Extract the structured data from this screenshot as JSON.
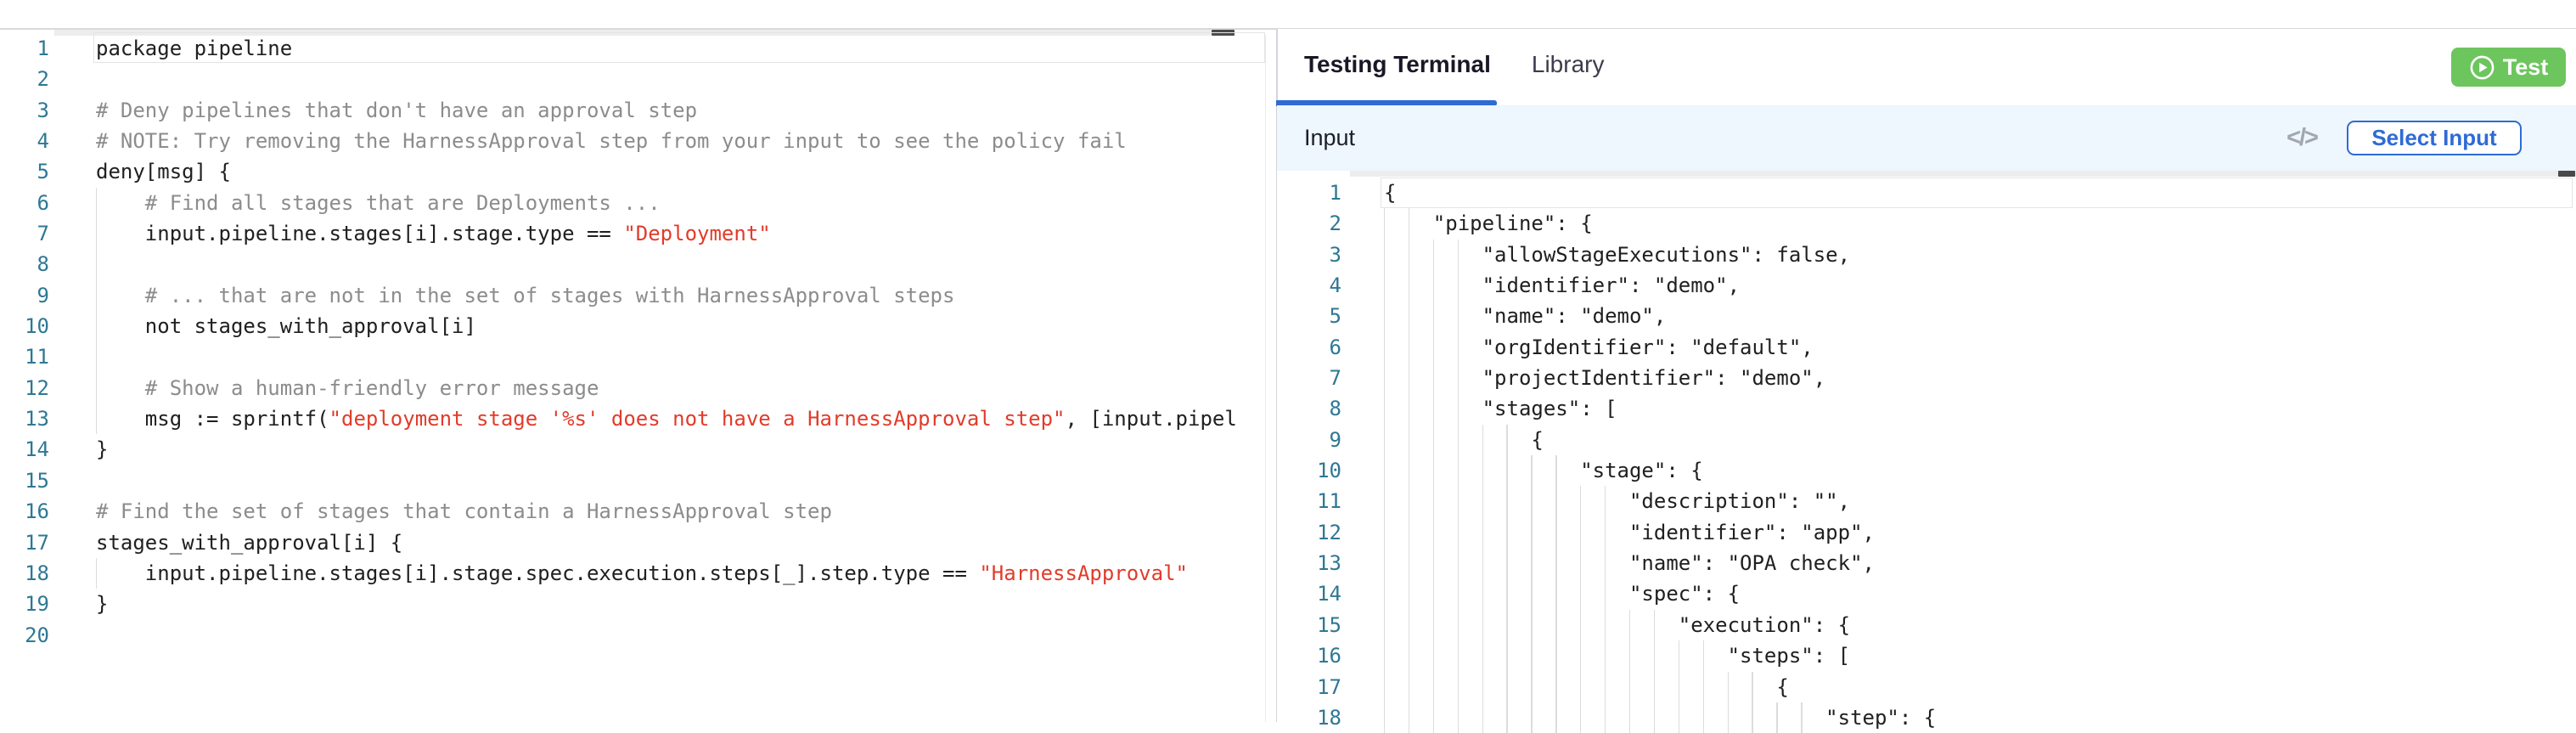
{
  "colors": {
    "blue": "#2e6bd5",
    "green": "#6dc55e",
    "red": "#e23b2a",
    "comment": "#8c8c8c",
    "code": "#202020",
    "lineno": "#2e7894",
    "inputbg": "#edf7fd",
    "track": "#ededed",
    "thumb": "#4a4a4a",
    "guide": "#dcdcdc",
    "border": "#d9d9de",
    "curline": "#e4e4e4"
  },
  "left_editor": {
    "language": "rego",
    "lines": [
      {
        "n": 1,
        "current": true,
        "guides": 0,
        "segs": [
          [
            "k",
            "package pipeline"
          ]
        ]
      },
      {
        "n": 2,
        "guides": 0,
        "segs": []
      },
      {
        "n": 3,
        "guides": 0,
        "segs": [
          [
            "c",
            "# Deny pipelines that don't have an approval step"
          ]
        ]
      },
      {
        "n": 4,
        "guides": 0,
        "segs": [
          [
            "c",
            "# NOTE: Try removing the HarnessApproval step from your input to see the policy fail"
          ]
        ]
      },
      {
        "n": 5,
        "guides": 0,
        "segs": [
          [
            "k",
            "deny[msg] {"
          ]
        ]
      },
      {
        "n": 6,
        "guides": 1,
        "segs": [
          [
            "c",
            "    # Find all stages that are Deployments ..."
          ]
        ]
      },
      {
        "n": 7,
        "guides": 1,
        "segs": [
          [
            "k",
            "    input.pipeline.stages[i].stage.type == "
          ],
          [
            "s",
            "\"Deployment\""
          ]
        ]
      },
      {
        "n": 8,
        "guides": 1,
        "segs": []
      },
      {
        "n": 9,
        "guides": 1,
        "segs": [
          [
            "c",
            "    # ... that are not in the set of stages with HarnessApproval steps"
          ]
        ]
      },
      {
        "n": 10,
        "guides": 1,
        "segs": [
          [
            "k",
            "    not stages_with_approval[i]"
          ]
        ]
      },
      {
        "n": 11,
        "guides": 1,
        "segs": []
      },
      {
        "n": 12,
        "guides": 1,
        "segs": [
          [
            "c",
            "    # Show a human-friendly error message"
          ]
        ]
      },
      {
        "n": 13,
        "guides": 1,
        "segs": [
          [
            "k",
            "    msg := sprintf("
          ],
          [
            "s",
            "\"deployment stage '%s' does not have a HarnessApproval step\""
          ],
          [
            "k",
            ", [input.pipel"
          ]
        ]
      },
      {
        "n": 14,
        "guides": 0,
        "segs": [
          [
            "k",
            "}"
          ]
        ]
      },
      {
        "n": 15,
        "guides": 0,
        "segs": []
      },
      {
        "n": 16,
        "guides": 0,
        "segs": [
          [
            "c",
            "# Find the set of stages that contain a HarnessApproval step"
          ]
        ]
      },
      {
        "n": 17,
        "guides": 0,
        "segs": [
          [
            "k",
            "stages_with_approval[i] {"
          ]
        ]
      },
      {
        "n": 18,
        "guides": 1,
        "segs": [
          [
            "k",
            "    input.pipeline.stages[i].stage.spec.execution.steps[_].step.type == "
          ],
          [
            "s",
            "\"HarnessApproval\""
          ]
        ]
      },
      {
        "n": 19,
        "guides": 0,
        "segs": [
          [
            "k",
            "}"
          ]
        ]
      },
      {
        "n": 20,
        "guides": 0,
        "segs": []
      }
    ]
  },
  "right_panel": {
    "tabs": [
      {
        "label": "Testing Terminal",
        "active": true
      },
      {
        "label": "Library",
        "active": false
      }
    ],
    "test_button": {
      "label": "Test",
      "icon": "play-circle-icon"
    },
    "input_bar": {
      "title": "Input",
      "code_icon": "</>",
      "select_label": "Select Input"
    },
    "editor": {
      "language": "json",
      "lines": [
        {
          "n": 1,
          "current": true,
          "guides": 0,
          "segs": [
            [
              "k",
              "{"
            ]
          ]
        },
        {
          "n": 2,
          "guides": 2,
          "segs": [
            [
              "k",
              "    \"pipeline\": {"
            ]
          ]
        },
        {
          "n": 3,
          "guides": 4,
          "segs": [
            [
              "k",
              "        \"allowStageExecutions\": false,"
            ]
          ]
        },
        {
          "n": 4,
          "guides": 4,
          "segs": [
            [
              "k",
              "        \"identifier\": \"demo\","
            ]
          ]
        },
        {
          "n": 5,
          "guides": 4,
          "segs": [
            [
              "k",
              "        \"name\": \"demo\","
            ]
          ]
        },
        {
          "n": 6,
          "guides": 4,
          "segs": [
            [
              "k",
              "        \"orgIdentifier\": \"default\","
            ]
          ]
        },
        {
          "n": 7,
          "guides": 4,
          "segs": [
            [
              "k",
              "        \"projectIdentifier\": \"demo\","
            ]
          ]
        },
        {
          "n": 8,
          "guides": 4,
          "segs": [
            [
              "k",
              "        \"stages\": ["
            ]
          ]
        },
        {
          "n": 9,
          "guides": 6,
          "segs": [
            [
              "k",
              "            {"
            ]
          ]
        },
        {
          "n": 10,
          "guides": 8,
          "segs": [
            [
              "k",
              "                \"stage\": {"
            ]
          ]
        },
        {
          "n": 11,
          "guides": 10,
          "segs": [
            [
              "k",
              "                    \"description\": \"\","
            ]
          ]
        },
        {
          "n": 12,
          "guides": 10,
          "segs": [
            [
              "k",
              "                    \"identifier\": \"app\","
            ]
          ]
        },
        {
          "n": 13,
          "guides": 10,
          "segs": [
            [
              "k",
              "                    \"name\": \"OPA check\","
            ]
          ]
        },
        {
          "n": 14,
          "guides": 10,
          "segs": [
            [
              "k",
              "                    \"spec\": {"
            ]
          ]
        },
        {
          "n": 15,
          "guides": 12,
          "segs": [
            [
              "k",
              "                        \"execution\": {"
            ]
          ]
        },
        {
          "n": 16,
          "guides": 14,
          "segs": [
            [
              "k",
              "                            \"steps\": ["
            ]
          ]
        },
        {
          "n": 17,
          "guides": 16,
          "segs": [
            [
              "k",
              "                                {"
            ]
          ]
        },
        {
          "n": 18,
          "guides": 18,
          "segs": [
            [
              "k",
              "                                    \"step\": {"
            ]
          ]
        }
      ]
    }
  }
}
